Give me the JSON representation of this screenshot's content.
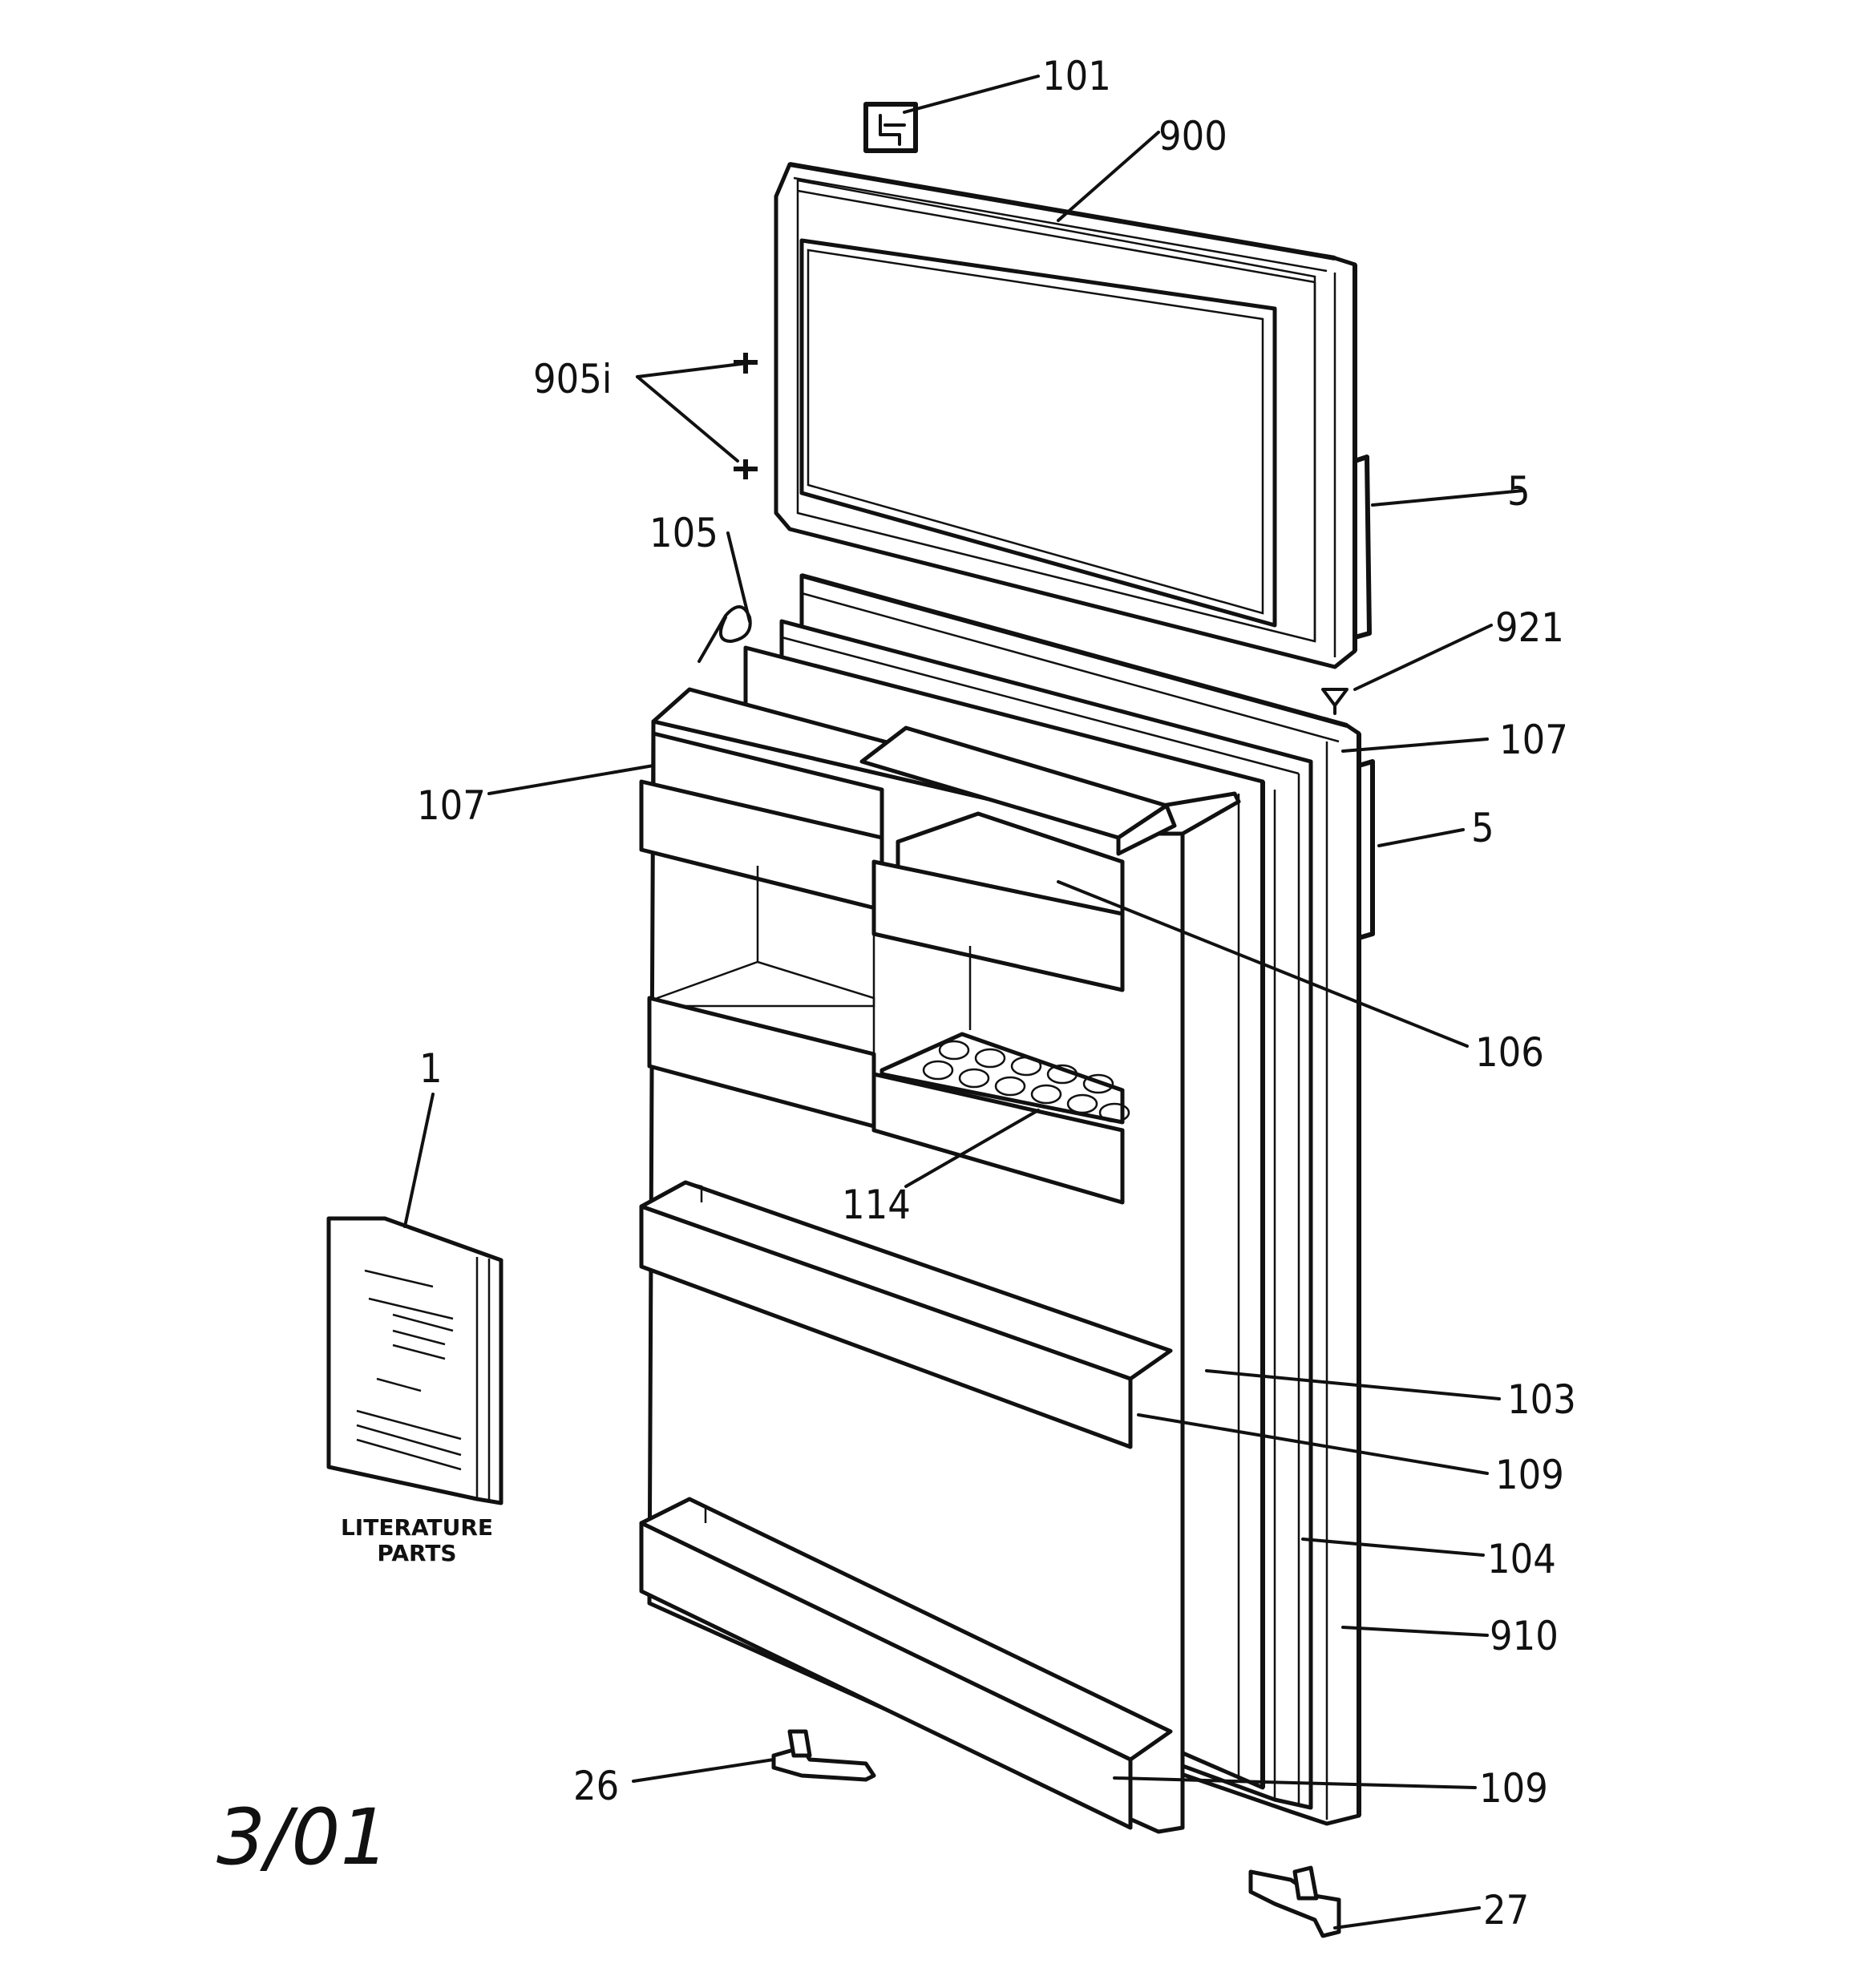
{
  "diagram": {
    "labels": {
      "p101": "101",
      "p900": "900",
      "p905i": "905i",
      "p5_upper": "5",
      "p105": "105",
      "p921": "921",
      "p107_right": "107",
      "p107_left": "107",
      "p5_lower": "5",
      "p106": "106",
      "p1": "1",
      "p114": "114",
      "p103": "103",
      "p109_upper": "109",
      "p104": "104",
      "p910": "910",
      "p26": "26",
      "p109_lower": "109",
      "p27": "27"
    },
    "literature": {
      "line1": "LITERATURE",
      "line2": "PARTS"
    },
    "date": "3/01"
  }
}
